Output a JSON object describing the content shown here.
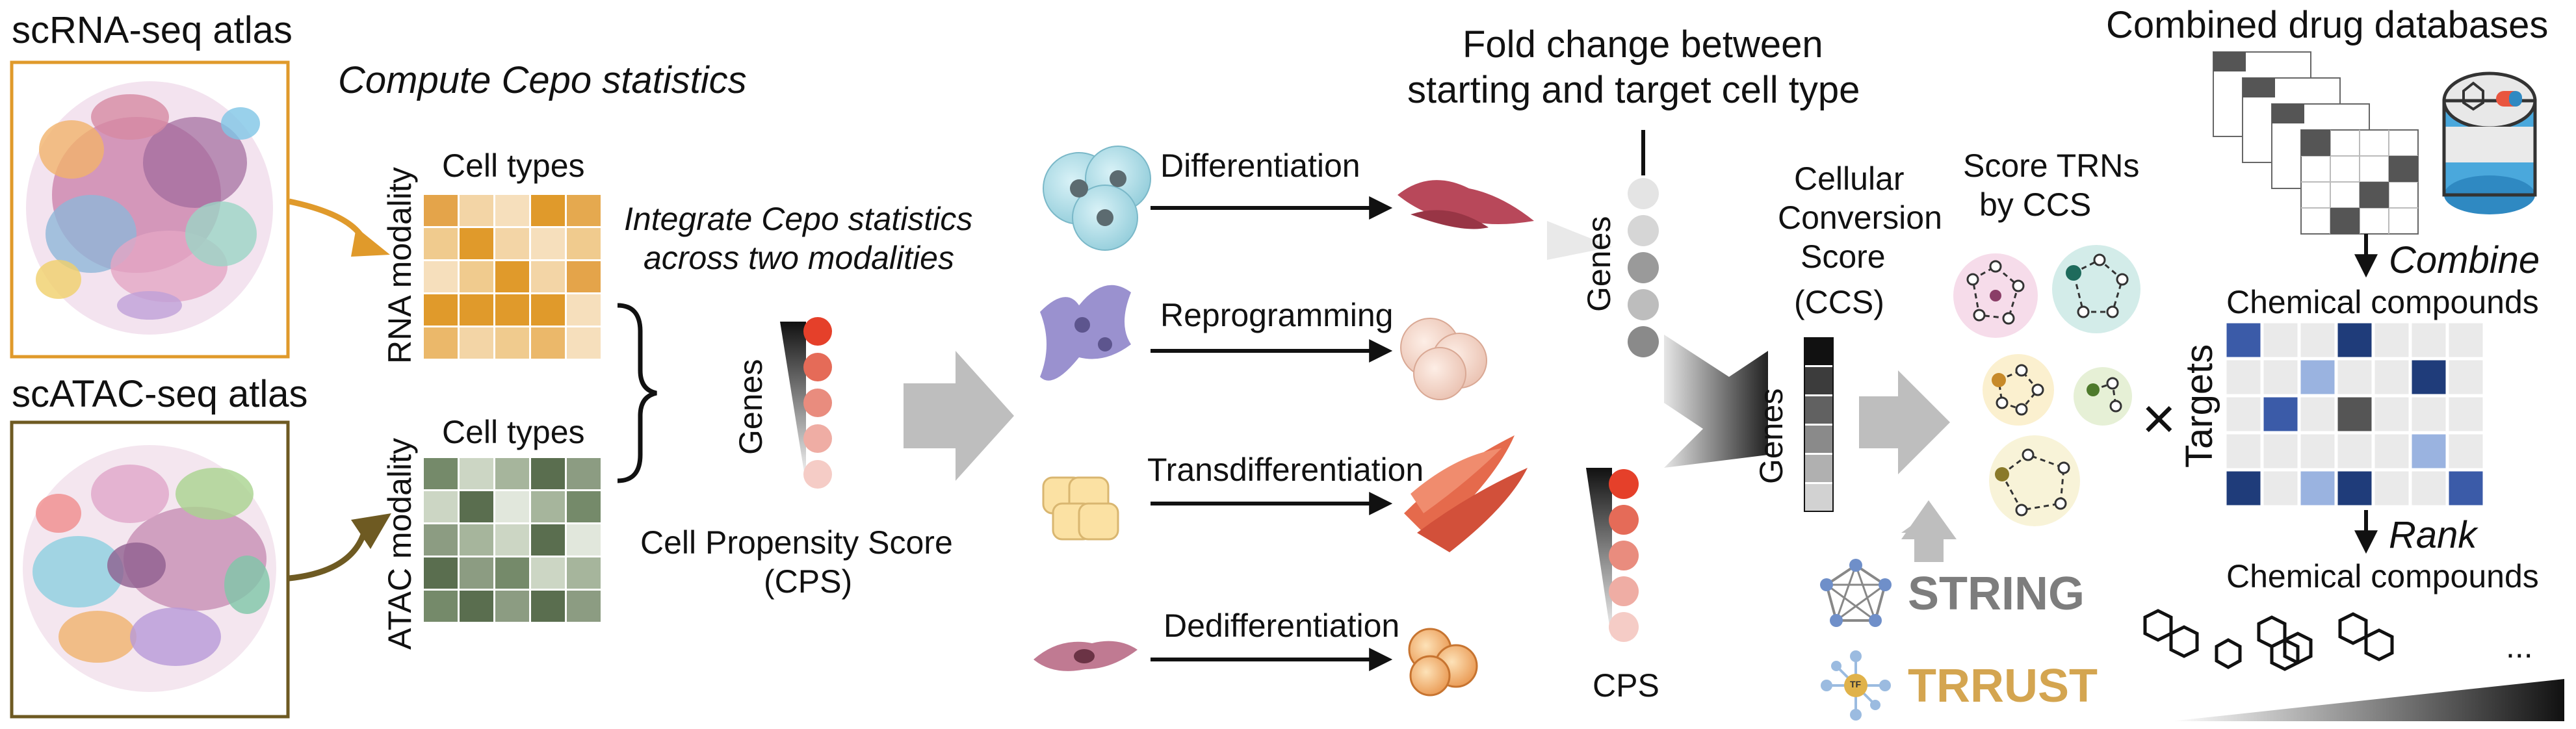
{
  "atlas": {
    "scrna_title": "scRNA-seq atlas",
    "scatac_title": "scATAC-seq atlas",
    "rna_color": "#E09A2B",
    "atac_color": "#6E5A22"
  },
  "cepo": {
    "compute_label": "Compute Cepo statistics",
    "cell_types_label_1": "Cell types",
    "cell_types_label_2": "Cell types",
    "rna_modality_label": "RNA modality",
    "atac_modality_label": "ATAC modality",
    "integrate_label_line1": "Integrate Cepo statistics",
    "integrate_label_line2": "across two modalities"
  },
  "cps": {
    "genes_label": "Genes",
    "cps_label_line1": "Cell Propensity Score",
    "cps_label_line2": "(CPS)"
  },
  "conversions": {
    "items": [
      {
        "label": "Differentiation"
      },
      {
        "label": "Reprogramming"
      },
      {
        "label": "Transdifferentiation"
      },
      {
        "label": "Dedifferentiation"
      }
    ]
  },
  "fold_change": {
    "title_line1": "Fold change between",
    "title_line2": "starting and target cell type",
    "genes_label": "Genes",
    "cps_label": "CPS"
  },
  "ccs": {
    "title_line1": "Cellular",
    "title_line2": "Conversion",
    "title_line3": "Score",
    "title_line4": "(CCS)",
    "genes_label": "Genes"
  },
  "trn": {
    "title_line1": "Score TRNs",
    "title_line2": "by CCS",
    "string_label": "STRING",
    "trrust_label": "TRRUST",
    "tf_label": "TF"
  },
  "drugs": {
    "title": "Combined drug databases",
    "combine_label": "Combine",
    "chem_label_1": "Chemical compounds",
    "targets_label": "Targets",
    "times_symbol": "×",
    "rank_label": "Rank",
    "chem_label_2": "Chemical compounds",
    "ellipsis": "..."
  }
}
